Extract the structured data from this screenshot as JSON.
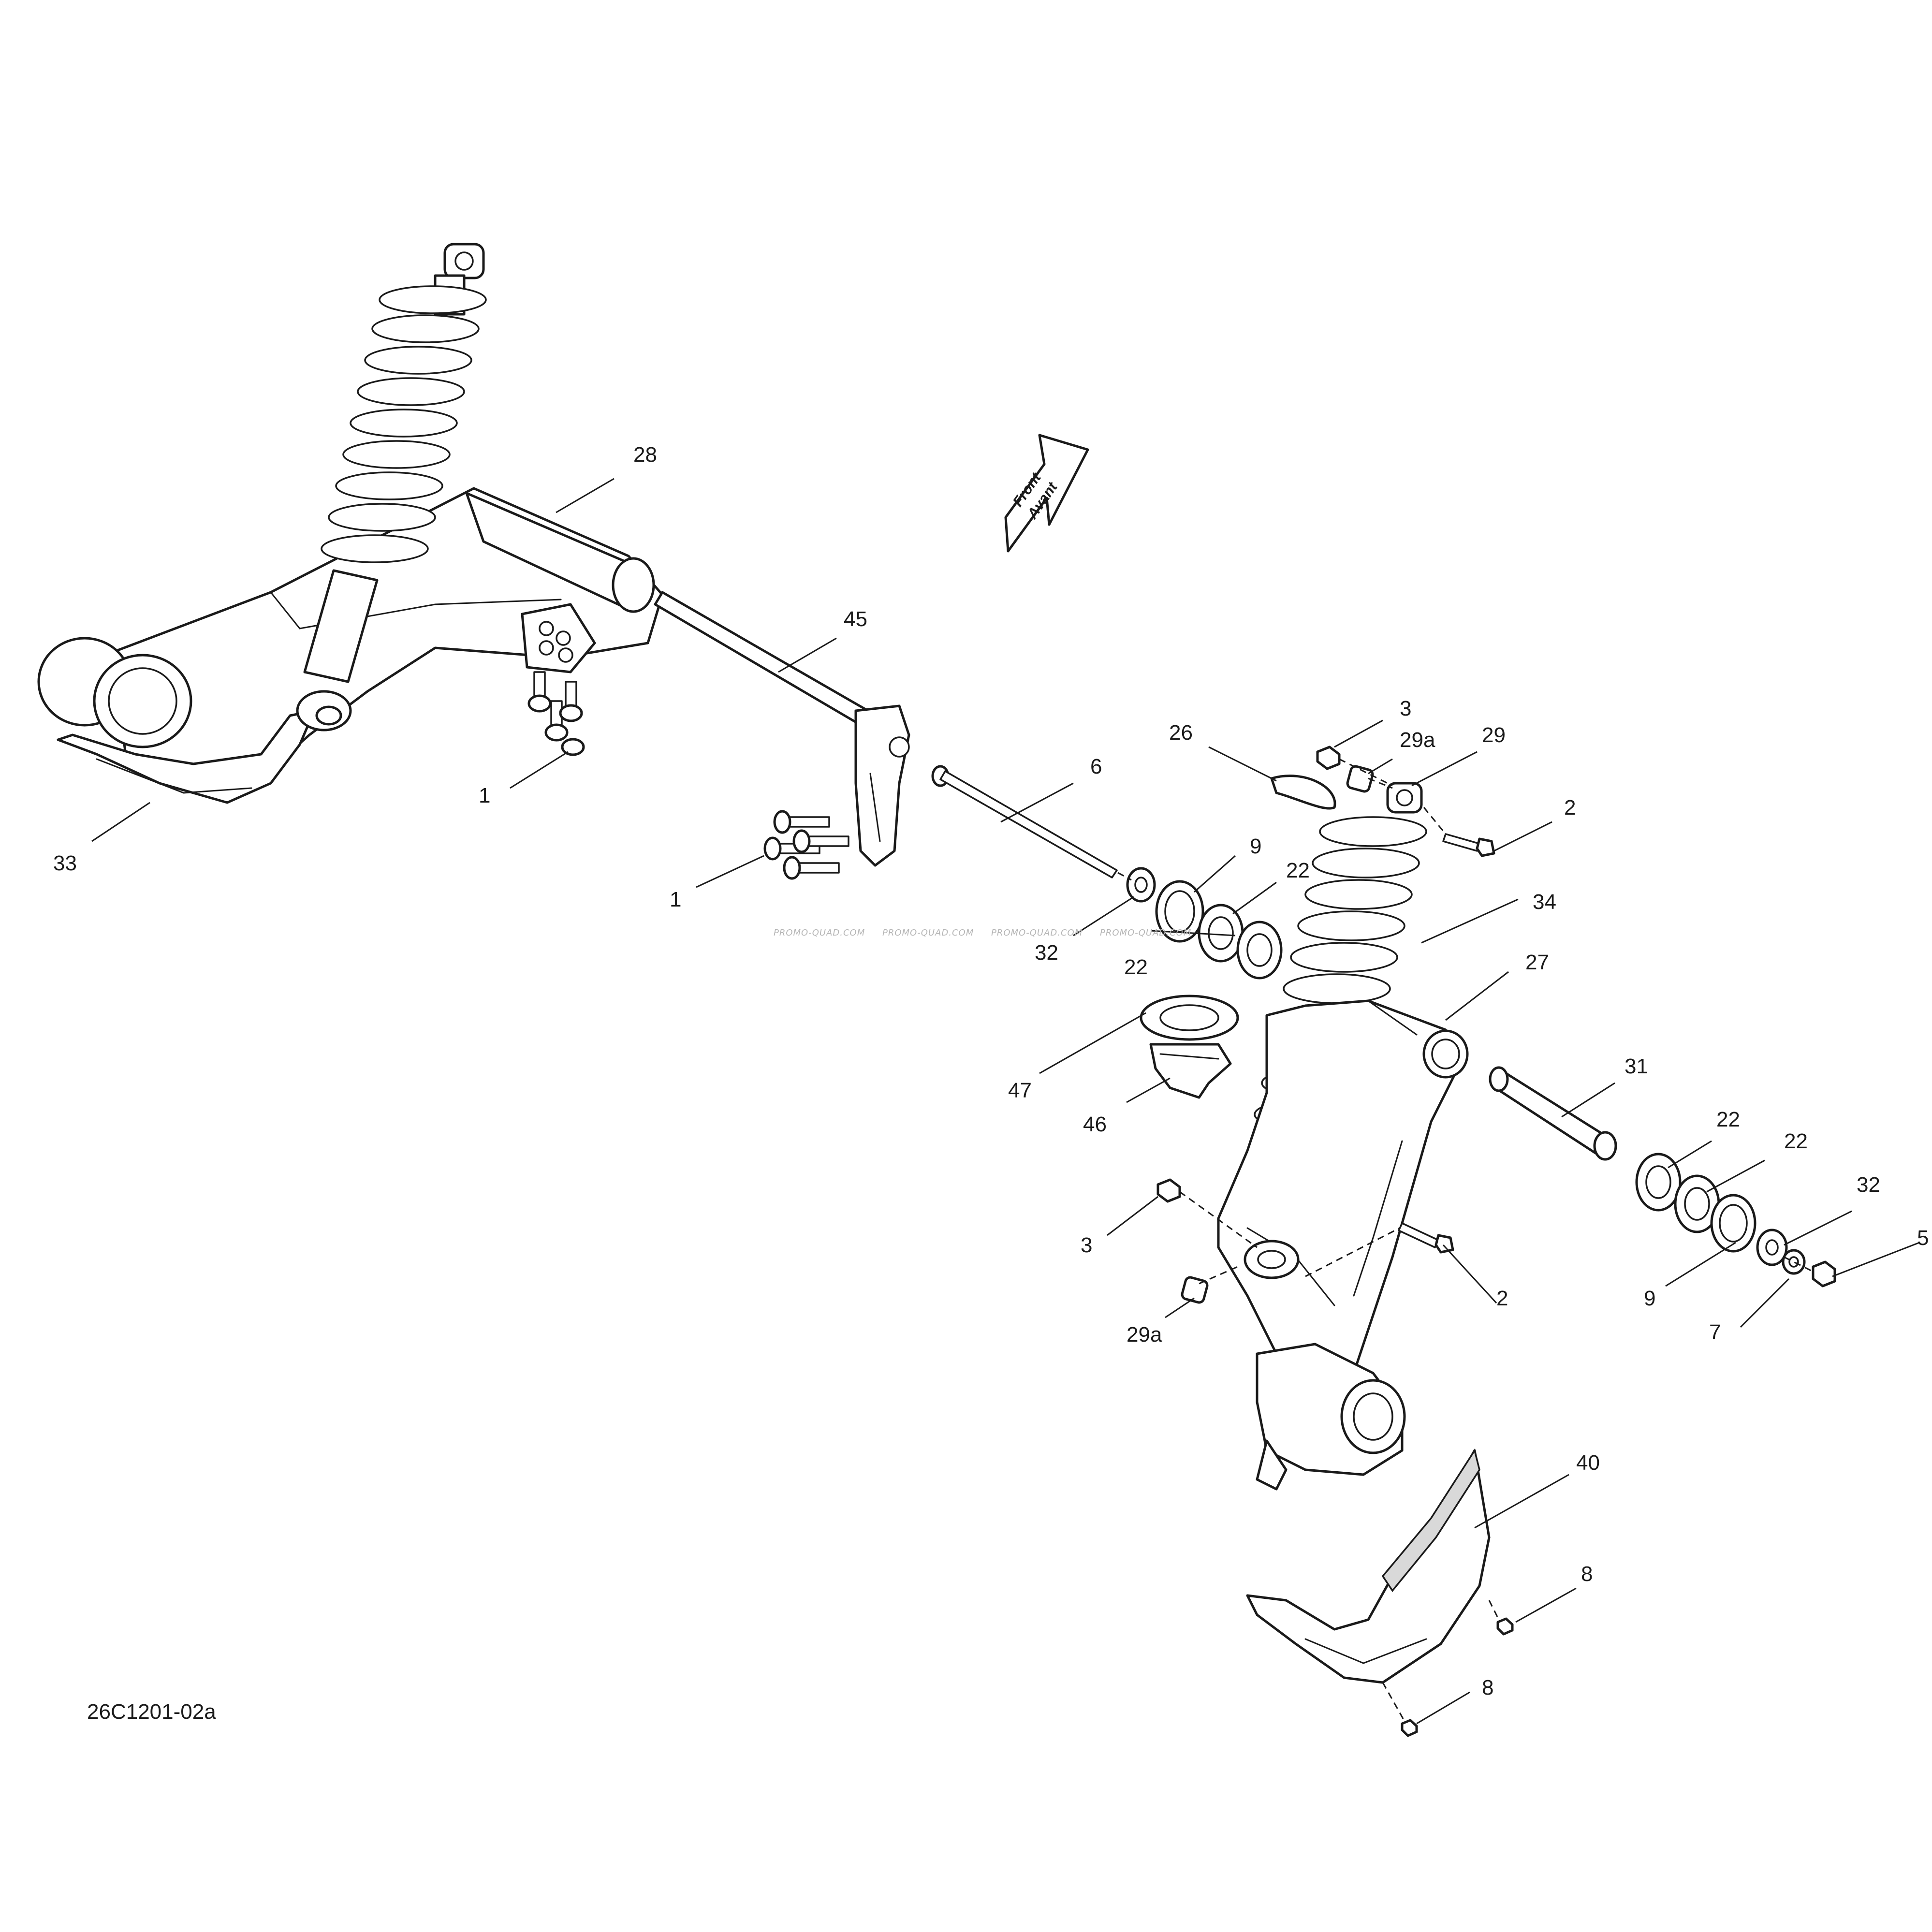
{
  "drawing_ref": "26C1201-02a",
  "direction_arrow": {
    "line1": "Front",
    "line2": "Avant"
  },
  "watermarks": [
    "PROMO-QUAD.COM",
    "PROMO-QUAD.COM",
    "PROMO-QUAD.COM",
    "PROMO-QUAD.COM"
  ],
  "callouts": {
    "c28": "28",
    "c45": "45",
    "c33": "33",
    "c1a": "1",
    "c1b": "1",
    "c6": "6",
    "c26": "26",
    "c3a": "3",
    "c29a_top": "29a",
    "c29": "29",
    "c2a": "2",
    "c9a": "9",
    "c22a": "22",
    "c32a": "32",
    "c22b": "22",
    "c34": "34",
    "c27": "27",
    "c47": "47",
    "c46": "46",
    "c31": "31",
    "c22c": "22",
    "c22d": "22",
    "c32b": "32",
    "c5": "5",
    "c3b": "3",
    "c9b": "9",
    "c7": "7",
    "c2b": "2",
    "c29a_bot": "29a",
    "c40": "40",
    "c8a": "8",
    "c8b": "8"
  }
}
